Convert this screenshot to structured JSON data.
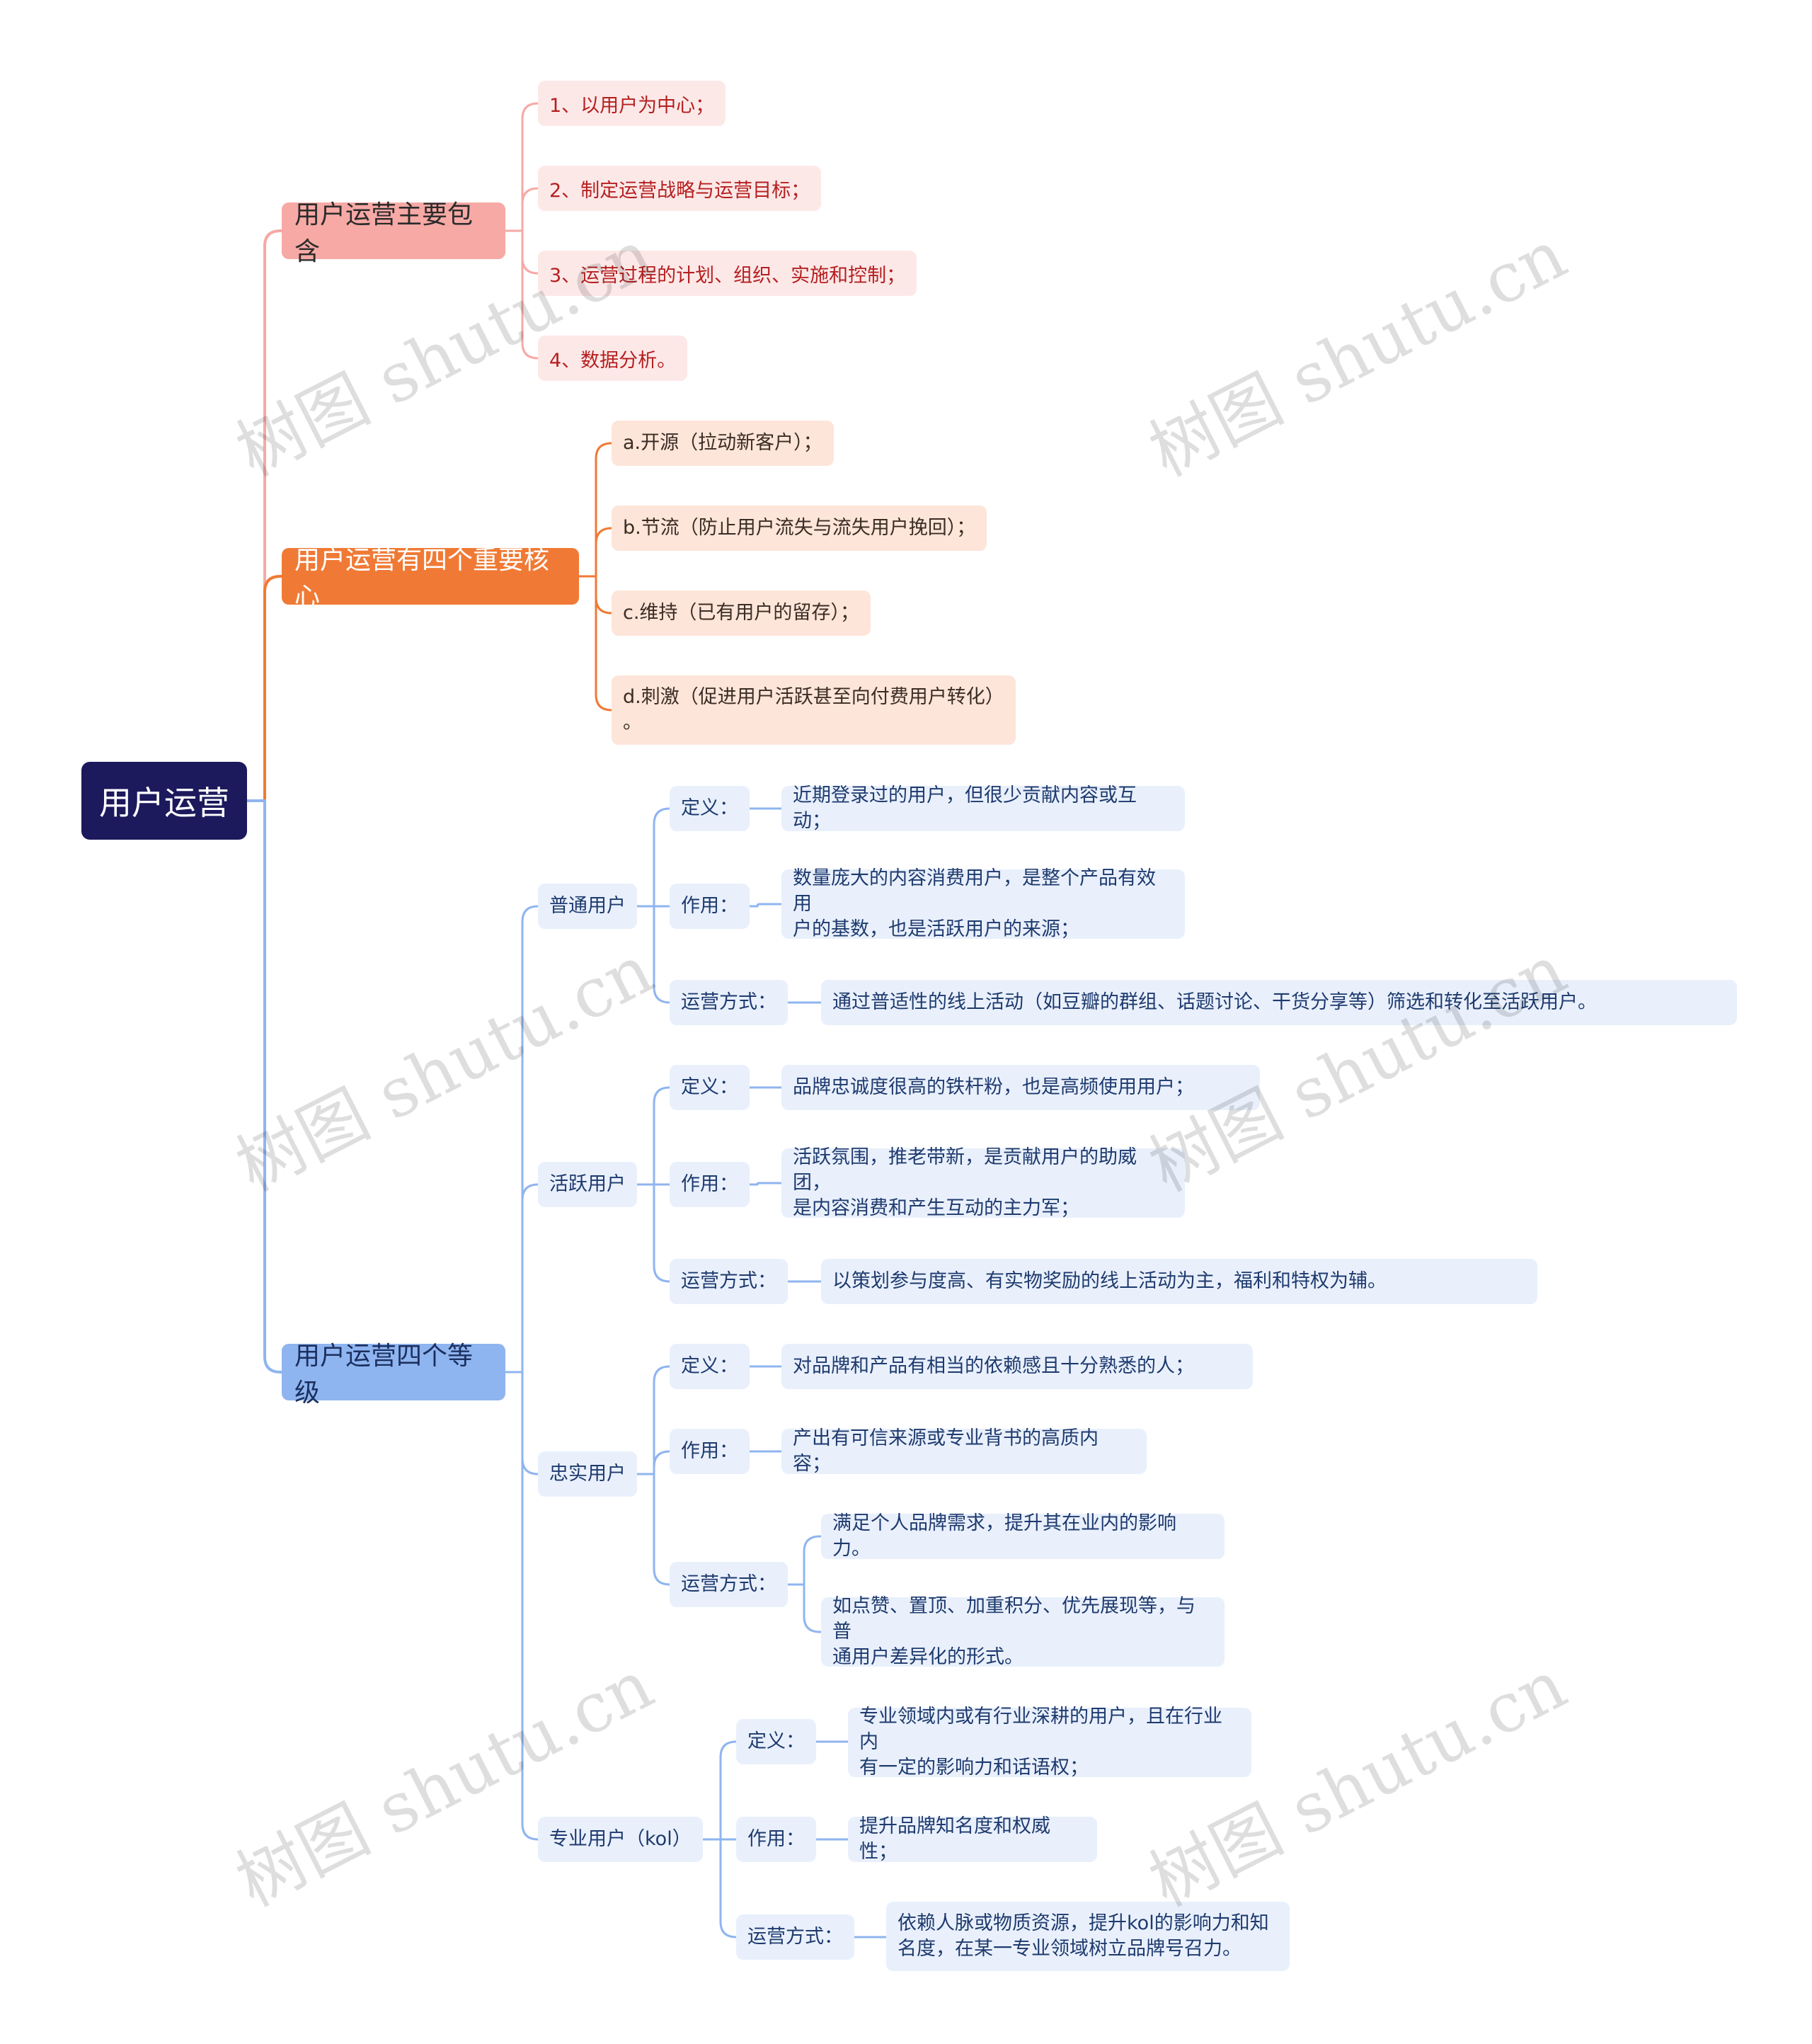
{
  "root": "用户运营",
  "branch1": {
    "label": "用户运营主要包含",
    "items": [
      "1、以用户为中心；",
      "2、制定运营战略与运营目标；",
      "3、运营过程的计划、组织、实施和控制；",
      "4、数据分析。"
    ]
  },
  "branch2": {
    "label": "用户运营有四个重要核心",
    "items": [
      "a.开源（拉动新客户）；",
      "b.节流（防止用户流失与流失用户挽回）；",
      "c.维持（已有用户的留存）；",
      "d.刺激（促进用户活跃甚至向付费用户转化）\n。"
    ]
  },
  "branch3": {
    "label": "用户运营四个等级",
    "groups": [
      {
        "label": "普通用户",
        "def_label": "定义：",
        "def": "近期登录过的用户，但很少贡献内容或互动；",
        "role_label": "作用：",
        "role": "数量庞大的内容消费用户，是整个产品有效用\n户的基数，也是活跃用户的来源；",
        "op_label": "运营方式：",
        "op": "通过普适性的线上活动（如豆瓣的群组、话题讨论、干货分享等）筛选和转化至活跃用户。"
      },
      {
        "label": "活跃用户",
        "def_label": "定义：",
        "def": "品牌忠诚度很高的铁杆粉，也是高频使用用户；",
        "role_label": "作用：",
        "role": "活跃氛围，推老带新，是贡献用户的助威团，\n是内容消费和产生互动的主力军；",
        "op_label": "运营方式：",
        "op": "以策划参与度高、有实物奖励的线上活动为主，福利和特权为辅。"
      },
      {
        "label": "忠实用户",
        "def_label": "定义：",
        "def": "对品牌和产品有相当的依赖感且十分熟悉的人；",
        "role_label": "作用：",
        "role": "产出有可信来源或专业背书的高质内容；",
        "op_label": "运营方式：",
        "op1": "满足个人品牌需求，提升其在业内的影响力。",
        "op2": "如点赞、置顶、加重积分、优先展现等，与普\n通用户差异化的形式。"
      },
      {
        "label": "专业用户（kol）",
        "def_label": "定义：",
        "def": "专业领域内或有行业深耕的用户，且在行业内\n有一定的影响力和话语权；",
        "role_label": "作用：",
        "role": "提升品牌知名度和权威性；",
        "op_label": "运营方式：",
        "op": "依赖人脉或物质资源，提升kol的影响力和知\n名度，在某一专业领域树立品牌号召力。"
      }
    ]
  },
  "watermark": "树图 shutu.cn",
  "colors": {
    "root": "#1c1a5c",
    "branch1": "#f6a9a5",
    "branch2": "#f07a35",
    "branch3": "#8fb5f0",
    "leaf1": "#fde8e8",
    "leaf2": "#fde5d9",
    "leaf3": "#e9f0fc"
  }
}
